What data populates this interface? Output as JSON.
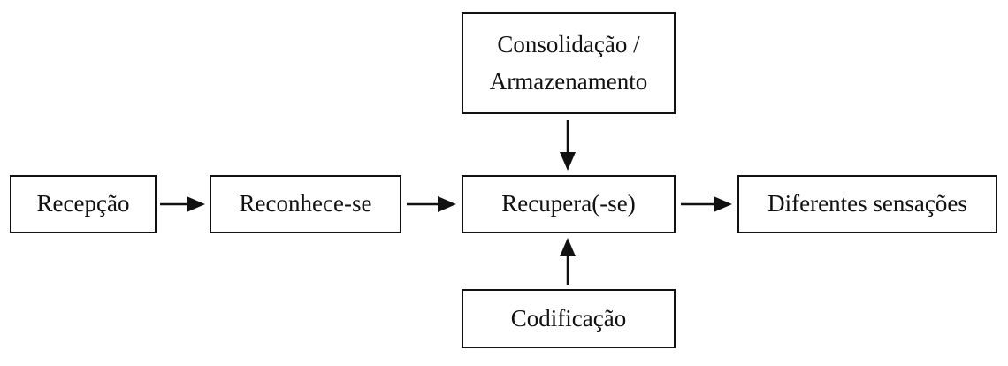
{
  "nodes": {
    "rececao": "Recepção",
    "reconhece": "Reconhece-se",
    "recupera": "Recupera(-se)",
    "diferentes": "Diferentes sensações",
    "consolidacao_line1": "Consolidação /",
    "consolidacao_line2": "Armazenamento",
    "codificacao": "Codificação"
  },
  "colors": {
    "stroke": "#111111",
    "background": "#ffffff"
  }
}
